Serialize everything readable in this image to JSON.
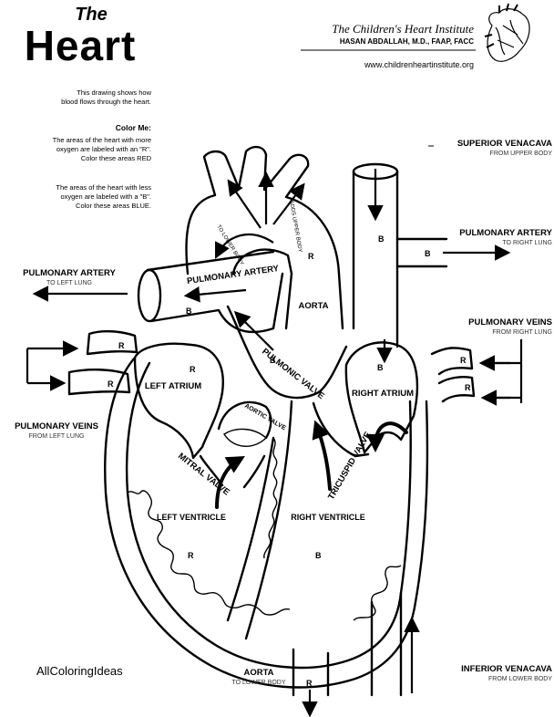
{
  "title": {
    "small": "The",
    "large": "Heart"
  },
  "institute": {
    "name": "The Children's Heart Institute",
    "author": "HASAN ABDALLAH, M.D., FAAP, FACC",
    "url": "www.childrenheartinstitute.org"
  },
  "intro": {
    "line1": "This drawing shows how",
    "line2": "blood flows through the heart.",
    "color_heading": "Color Me:",
    "red1": "The areas of the heart with more",
    "red2": "oxygen are labeled with an \"R\".",
    "red3": "Color these areas RED",
    "blue1": "The areas of the heart with less",
    "blue2": "oxygen are labeled with a \"B\".",
    "blue3": "Color these areas BLUE."
  },
  "labels": {
    "svc": "SUPERIOR VENACAVA",
    "svc_sub": "FROM UPPER BODY",
    "pa_right": "PULMONARY ARTERY",
    "pa_right_sub": "TO RIGHT LUNG",
    "pa_left": "PULMONARY ARTERY",
    "pa_left_sub": "TO LEFT LUNG",
    "pa_trunk": "PULMONARY ARTERY",
    "pv_right": "PULMONARY VEINS",
    "pv_right_sub": "FROM RIGHT LUNG",
    "pv_left": "PULMONARY VEINS",
    "pv_left_sub": "FROM LEFT LUNG",
    "aorta": "AORTA",
    "aorta_bottom": "AORTA",
    "aorta_bottom_sub": "TO LOWER BODY",
    "to_lower_body": "TO LOWER BODY",
    "to_upper_body": "ADDS UPPER BODY",
    "pulmonic_valve": "PULMONIC VALVE",
    "aortic_valve": "AORTIC VALVE",
    "left_atrium": "LEFT ATRIUM",
    "right_atrium": "RIGHT ATRIUM",
    "mitral_valve": "MITRAL VALVE",
    "tricuspid_valve": "TRICUSPID VALVE",
    "left_ventricle": "LEFT VENTRICLE",
    "right_ventricle": "RIGHT VENTRICLE",
    "ivc": "INFERIOR VENACAVA",
    "ivc_sub": "FROM LOWER BODY"
  },
  "marks": {
    "r": "R",
    "b": "B"
  },
  "watermark": "AllColoringIdeas"
}
